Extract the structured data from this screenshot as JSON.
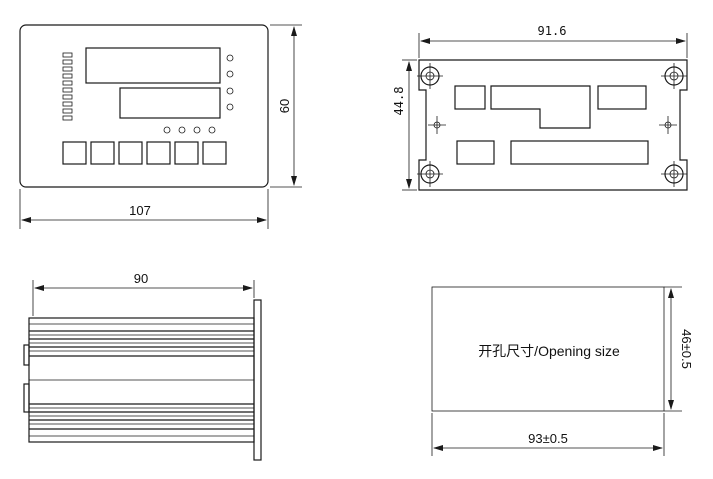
{
  "front_view": {
    "width_label": "107",
    "height_label": "60"
  },
  "rear_view": {
    "width_label": "91.6",
    "height_label": "44.8"
  },
  "side_view": {
    "depth_label": "90"
  },
  "cutout_view": {
    "caption": "开孔尺寸/Opening size",
    "width_label": "93±0.5",
    "height_label": "46±0.5"
  }
}
